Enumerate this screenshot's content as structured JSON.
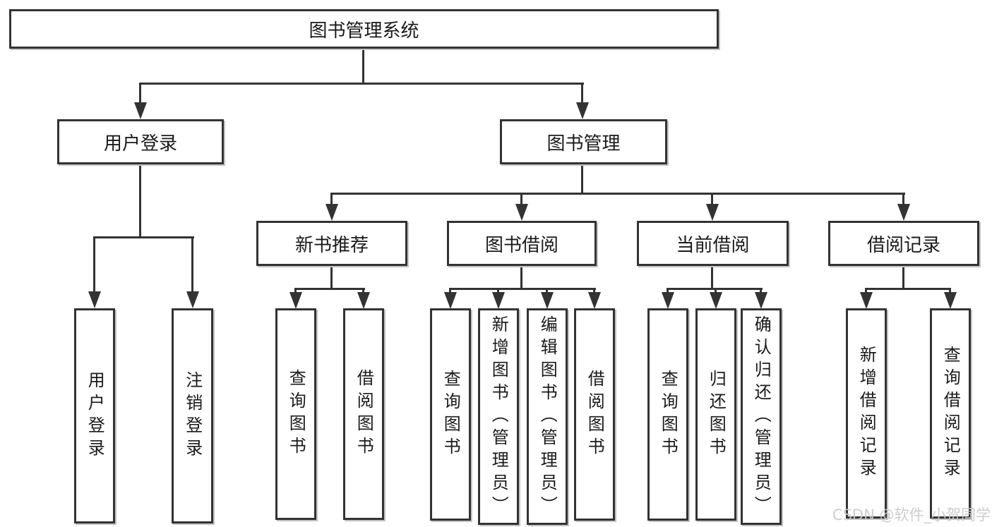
{
  "title": "图书管理系统",
  "watermark": "CSDN @软件_小贺同学",
  "colors": {
    "line": "#333333",
    "text": "#1a1a1a",
    "box_background": "#ffffff",
    "box_shadow": "#c4c4c4",
    "watermark": "#c9c9c9",
    "background": "#ffffff"
  },
  "tree": {
    "label": "图书管理系统",
    "children": [
      {
        "label": "用户登录",
        "children": [
          {
            "label": "用户登录"
          },
          {
            "label": "注销登录"
          }
        ]
      },
      {
        "label": "图书管理",
        "children": [
          {
            "label": "新书推荐",
            "children": [
              {
                "label": "查询图书"
              },
              {
                "label": "借阅图书"
              }
            ]
          },
          {
            "label": "图书借阅",
            "children": [
              {
                "label": "查询图书"
              },
              {
                "label": "新增图书（管理员）"
              },
              {
                "label": "编辑图书（管理员）"
              },
              {
                "label": "借阅图书"
              }
            ]
          },
          {
            "label": "当前借阅",
            "children": [
              {
                "label": "查询图书"
              },
              {
                "label": "归还图书"
              },
              {
                "label": "确认归还（管理员）"
              }
            ]
          },
          {
            "label": "借阅记录",
            "children": [
              {
                "label": "新增借阅记录"
              },
              {
                "label": "查询借阅记录"
              }
            ]
          }
        ]
      }
    ]
  }
}
